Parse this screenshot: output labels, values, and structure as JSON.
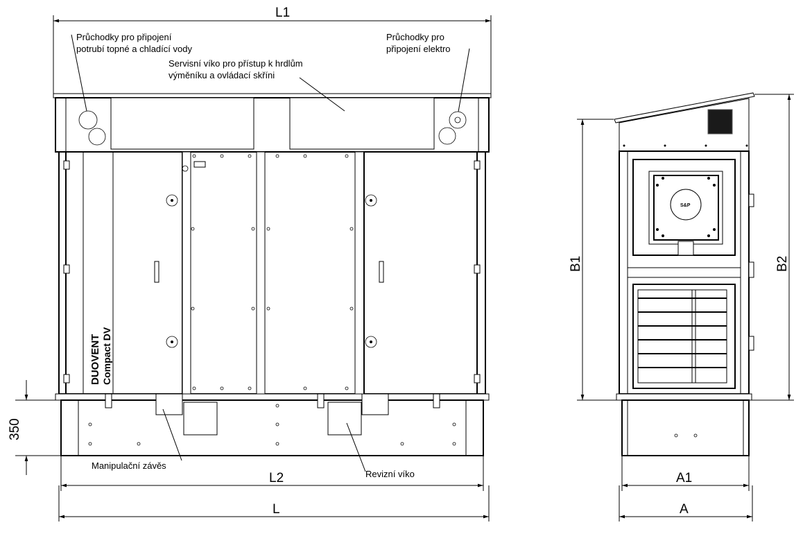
{
  "annotations": {
    "pipe_passages": [
      "Průchodky pro připojení",
      "potrubí topné a chladící vody"
    ],
    "electro_passages": [
      "Průchodky pro",
      "připojení elektro"
    ],
    "service_cover": [
      "Servisní víko pro přístup k hrdlům",
      "výměníku a ovládací skříni"
    ],
    "lifting_hinge": "Manipulační závěs",
    "inspection_cover": "Revizní víko"
  },
  "dimensions": {
    "L1": "L1",
    "L2": "L2",
    "L": "L",
    "base_height": "350",
    "B1": "B1",
    "B2": "B2",
    "A1": "A1",
    "A": "A"
  },
  "brand": {
    "name": "DUOVENT",
    "model": "Compact DV",
    "logo": "S&P"
  }
}
